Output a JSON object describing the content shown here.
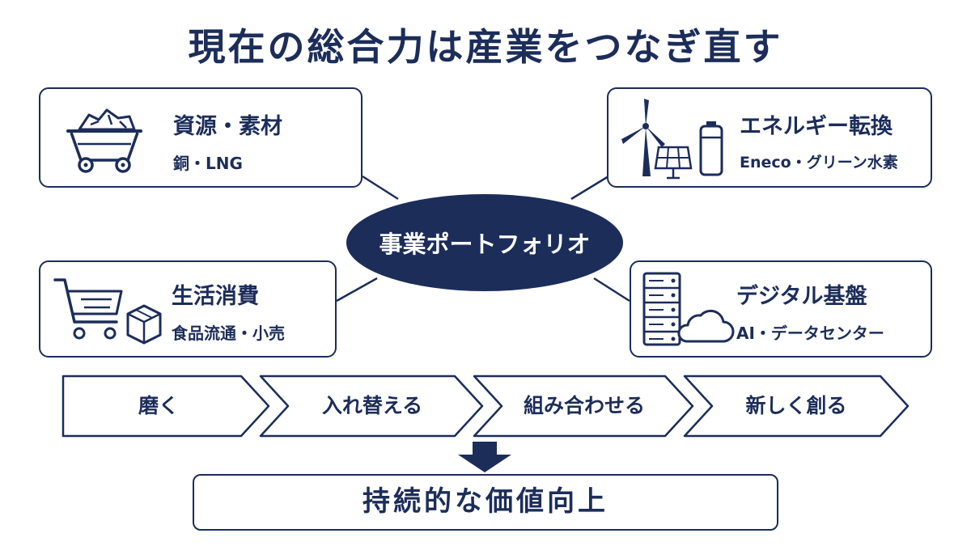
{
  "title": "現在の総合力は産業をつなぎ直す",
  "hub": {
    "label": "事業ポートフォリオ"
  },
  "cards": {
    "resources": {
      "title": "資源・素材",
      "subtitle": "銅・LNG",
      "icon": "mine-cart-icon"
    },
    "energy": {
      "title": "エネルギー転換",
      "subtitle": "Eneco・グリーン水素",
      "icon": "renewable-energy-icon"
    },
    "consumer": {
      "title": "生活消費",
      "subtitle": "食品流通・小売",
      "icon": "shopping-cart-icon"
    },
    "digital": {
      "title": "デジタル基盤",
      "subtitle": "AI・データセンター",
      "icon": "server-cloud-icon"
    }
  },
  "steps": [
    "磨く",
    "入れ替える",
    "組み合わせる",
    "新しく創る"
  ],
  "result": {
    "label": "持続的な価値向上"
  },
  "colors": {
    "navy": "#1c2d5a",
    "background": "#ffffff"
  }
}
